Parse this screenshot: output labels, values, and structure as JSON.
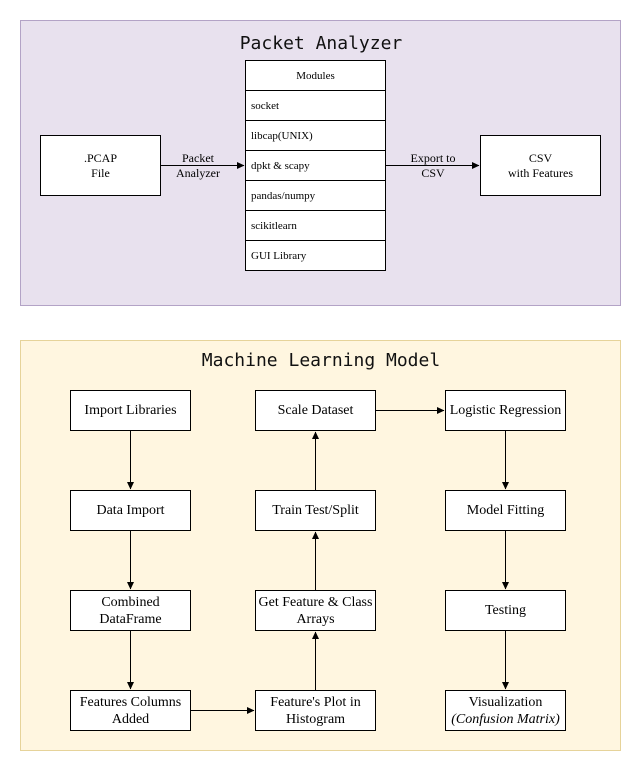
{
  "packet_analyzer": {
    "title": "Packet Analyzer",
    "pcap_box": {
      "line1": ".PCAP",
      "line2": "File"
    },
    "edge_packet": {
      "line1": "Packet",
      "line2": "Analyzer"
    },
    "modules": {
      "header": "Modules",
      "items": [
        "socket",
        "libcap(UNIX)",
        "dpkt & scapy",
        "pandas/numpy",
        "scikitlearn",
        "GUI Library"
      ]
    },
    "edge_export": {
      "line1": "Export to",
      "line2": "CSV"
    },
    "csv_box": {
      "line1": "CSV",
      "line2": "with Features"
    }
  },
  "ml_model": {
    "title": "Machine Learning Model",
    "import_libraries": "Import Libraries",
    "data_import": "Data Import",
    "combined_dataframe": {
      "line1": "Combined",
      "line2": "DataFrame"
    },
    "features_columns": {
      "line1": "Features Columns",
      "line2": "Added"
    },
    "feature_plot": {
      "line1": "Feature's Plot in",
      "line2": "Histogram"
    },
    "feature_class_arrays": {
      "line1": "Get Feature & Class",
      "line2": "Arrays"
    },
    "train_test_split": "Train Test/Split",
    "scale_dataset": "Scale Dataset",
    "logistic_regression": "Logistic Regression",
    "model_fitting": "Model Fitting",
    "testing": "Testing",
    "visualization": {
      "line1": "Visualization",
      "line2": "(Confusion Matrix)"
    }
  }
}
